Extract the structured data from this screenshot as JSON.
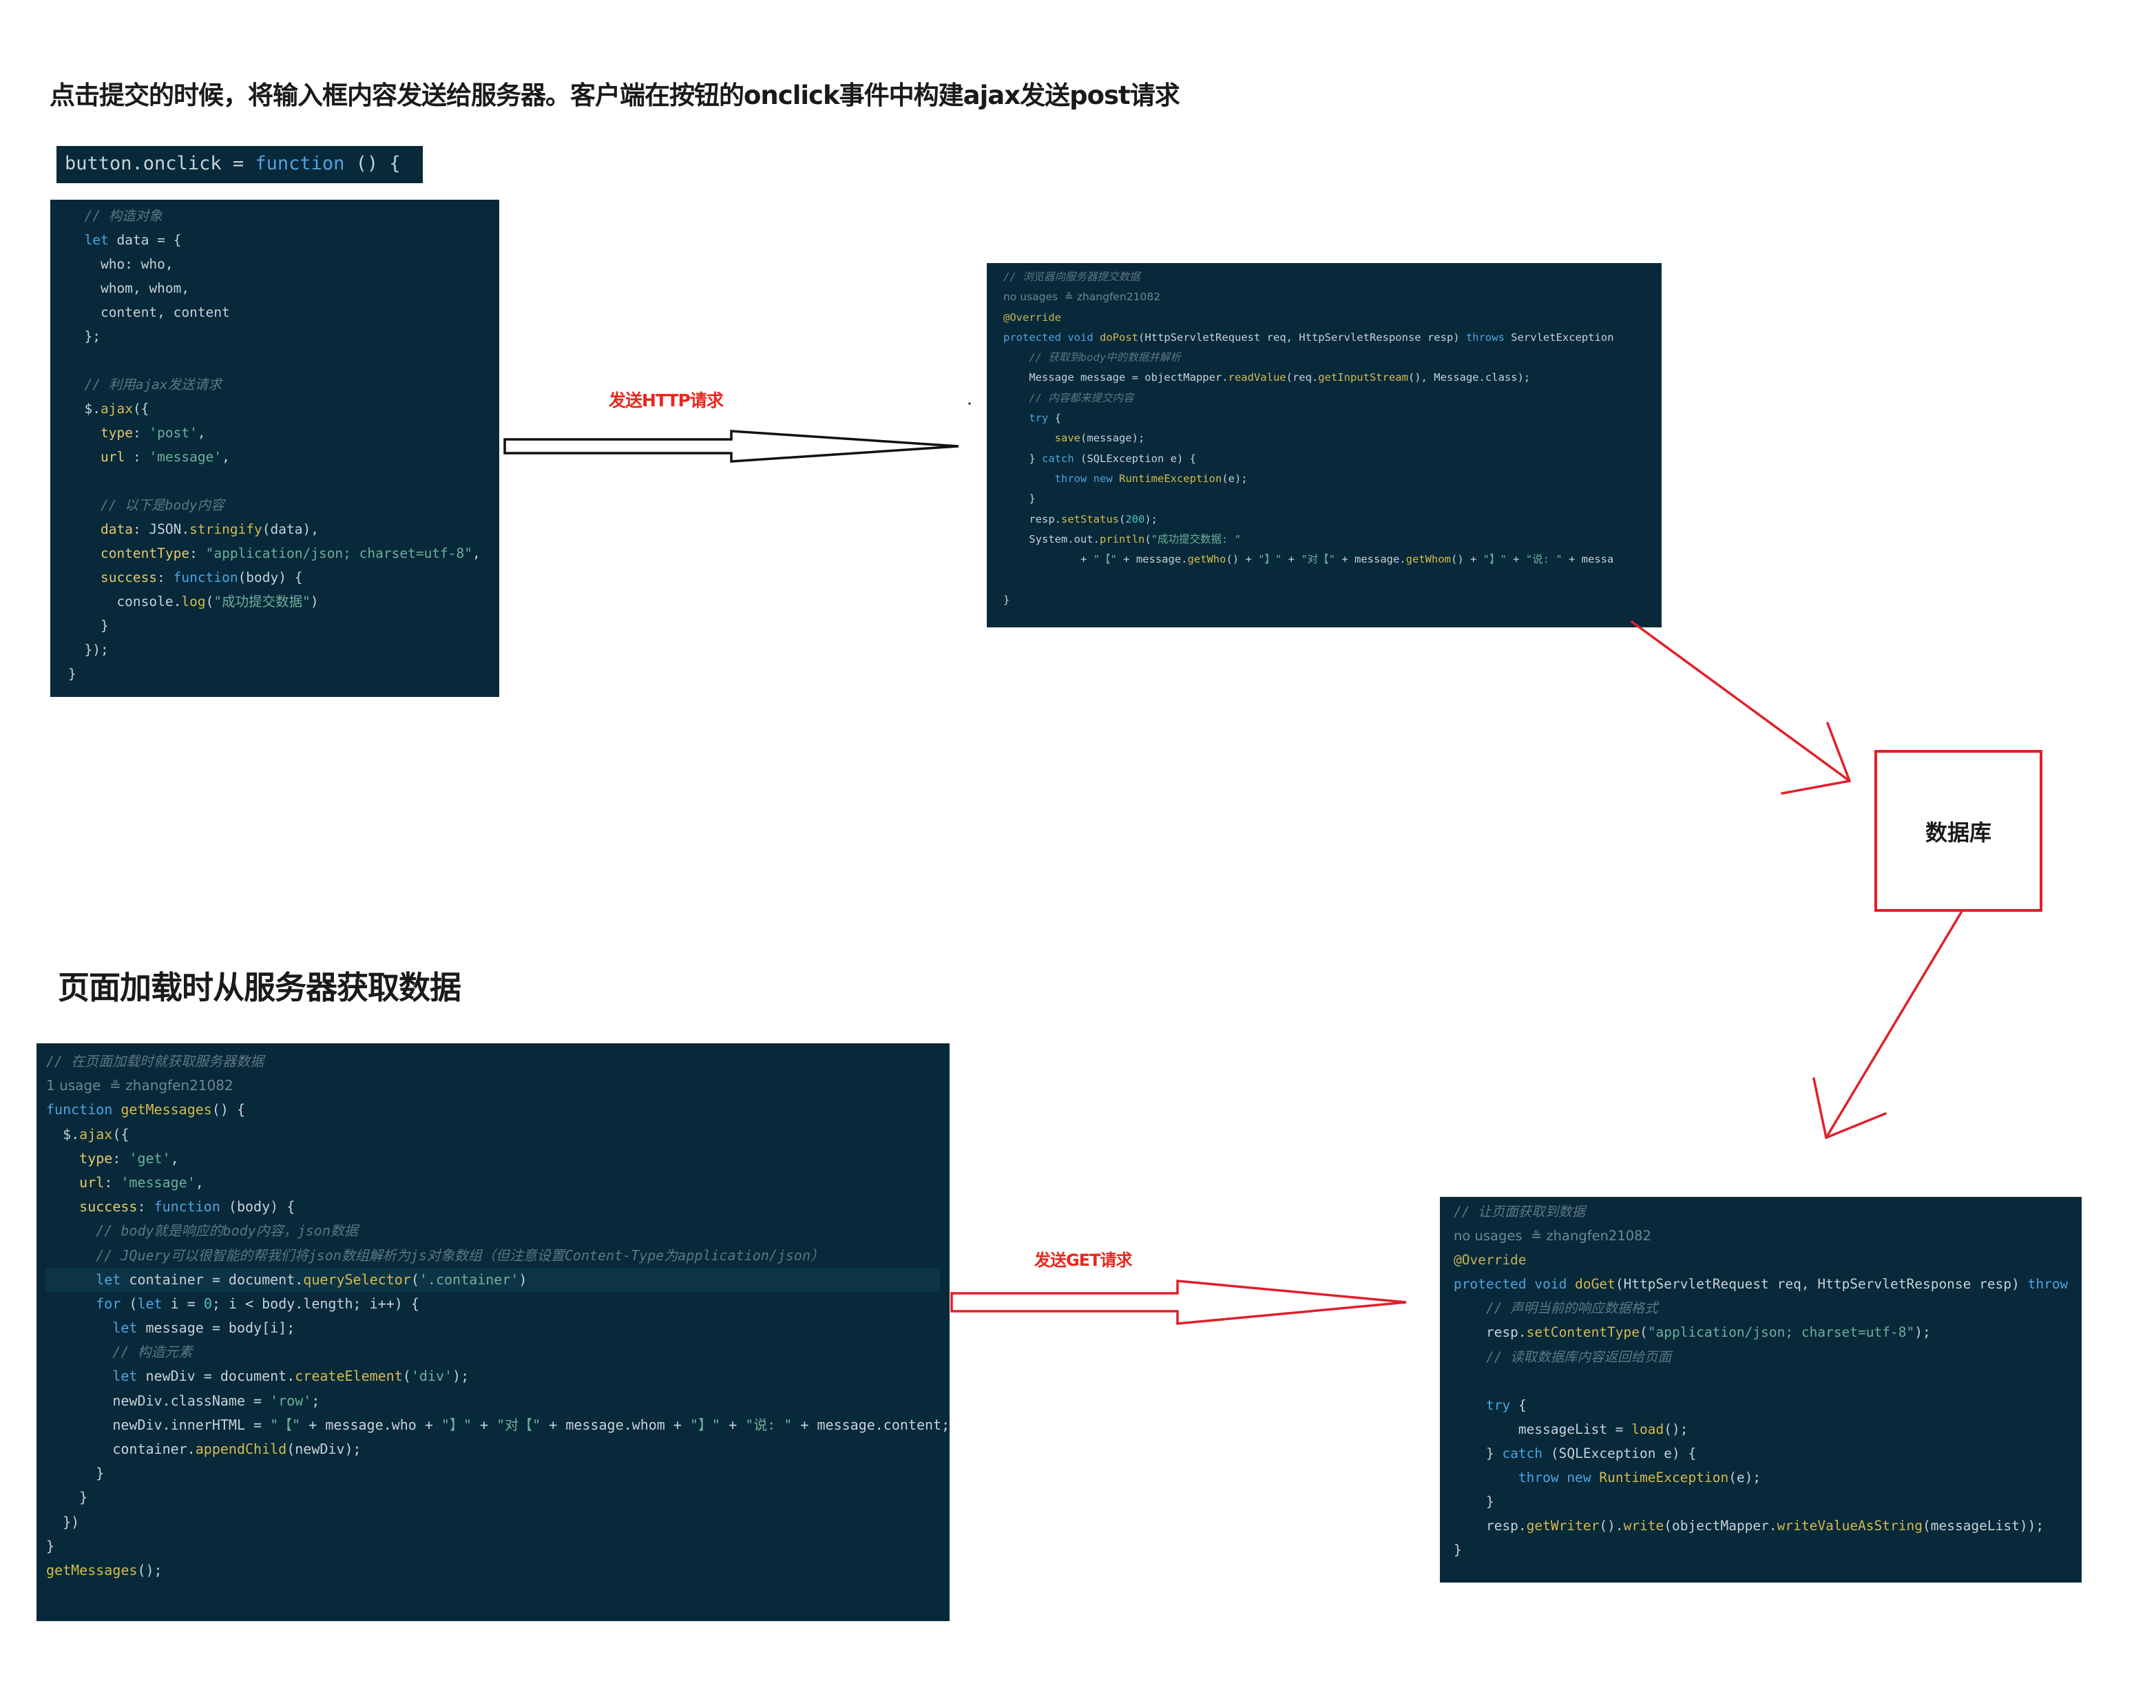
{
  "headings": {
    "submit": "点击提交的时候，将输入框内容发送给服务器。客户端在按钮的onclick事件中构建ajax发送post请求",
    "load": "页面加载时从服务器获取数据"
  },
  "arrows": {
    "http_label": "发送HTTP请求",
    "get_label": "发送GET请求"
  },
  "database": {
    "label": "数据库"
  },
  "colors": {
    "code_bg": "#07293a",
    "arrow_red": "#e0202a"
  },
  "code_blocks": {
    "onclick_header": [
      "button.onclick = function () {"
    ],
    "client_post": [
      "  // 构造对象",
      "  let data = {",
      "    who: who,",
      "    whom, whom,",
      "    content, content",
      "  };",
      "",
      "  // 利用ajax发送请求",
      "  $.ajax({",
      "    type: 'post',",
      "    url : 'message',",
      "",
      "    // 以下是body内容",
      "    data: JSON.stringify(data),",
      "    contentType: \"application/json; charset=utf-8\",",
      "    success: function(body) {",
      "      console.log(\"成功提交数据\")",
      "    }",
      "  });",
      "}"
    ],
    "server_post": [
      "// 浏览器向服务器提交数据",
      "no usages  ≗ zhangfen21082",
      "@Override",
      "protected void doPost(HttpServletRequest req, HttpServletResponse resp) throws ServletException",
      "    // 获取到body中的数据并解析",
      "    Message message = objectMapper.readValue(req.getInputStream(), Message.class);",
      "    // 内容都来提交内容",
      "    try {",
      "        save(message);",
      "    } catch (SQLException e) {",
      "        throw new RuntimeException(e);",
      "    }",
      "    resp.setStatus(200);",
      "    System.out.println(\"成功提交数据: \"",
      "            + \"【\" + message.getWho() + \"】\" + \"对【\" + message.getWhom() + \"】\" + \"说: \" + messa",
      "",
      "}"
    ],
    "client_get": [
      "// 在页面加载时就获取服务器数据",
      "1 usage  ≗ zhangfen21082",
      "function getMessages() {",
      "  $.ajax({",
      "    type: 'get',",
      "    url: 'message',",
      "    success: function (body) {",
      "      // body就是响应的body内容，json数据",
      "      // JQuery可以很智能的帮我们将json数组解析为js对象数组（但注意设置Content-Type为application/json）",
      "      let container = document.querySelector('.container')",
      "      for (let i = 0; i < body.length; i++) {",
      "        let message = body[i];",
      "        // 构造元素",
      "        let newDiv = document.createElement('div');",
      "        newDiv.className = 'row';",
      "        newDiv.innerHTML = \"【\" + message.who + \"】\" + \"对【\" + message.whom + \"】\" + \"说: \" + message.content;",
      "        container.appendChild(newDiv);",
      "      }",
      "    }",
      "  })",
      "}",
      "getMessages();"
    ],
    "server_get": [
      "// 让页面获取到数据",
      "no usages  ≗ zhangfen21082",
      "@Override",
      "protected void doGet(HttpServletRequest req, HttpServletResponse resp) throw",
      "    // 声明当前的响应数据格式",
      "    resp.setContentType(\"application/json; charset=utf-8\");",
      "    // 读取数据库内容返回给页面",
      "",
      "    try {",
      "        messageList = load();",
      "    } catch (SQLException e) {",
      "        throw new RuntimeException(e);",
      "    }",
      "    resp.getWriter().write(objectMapper.writeValueAsString(messageList));",
      "}"
    ]
  }
}
